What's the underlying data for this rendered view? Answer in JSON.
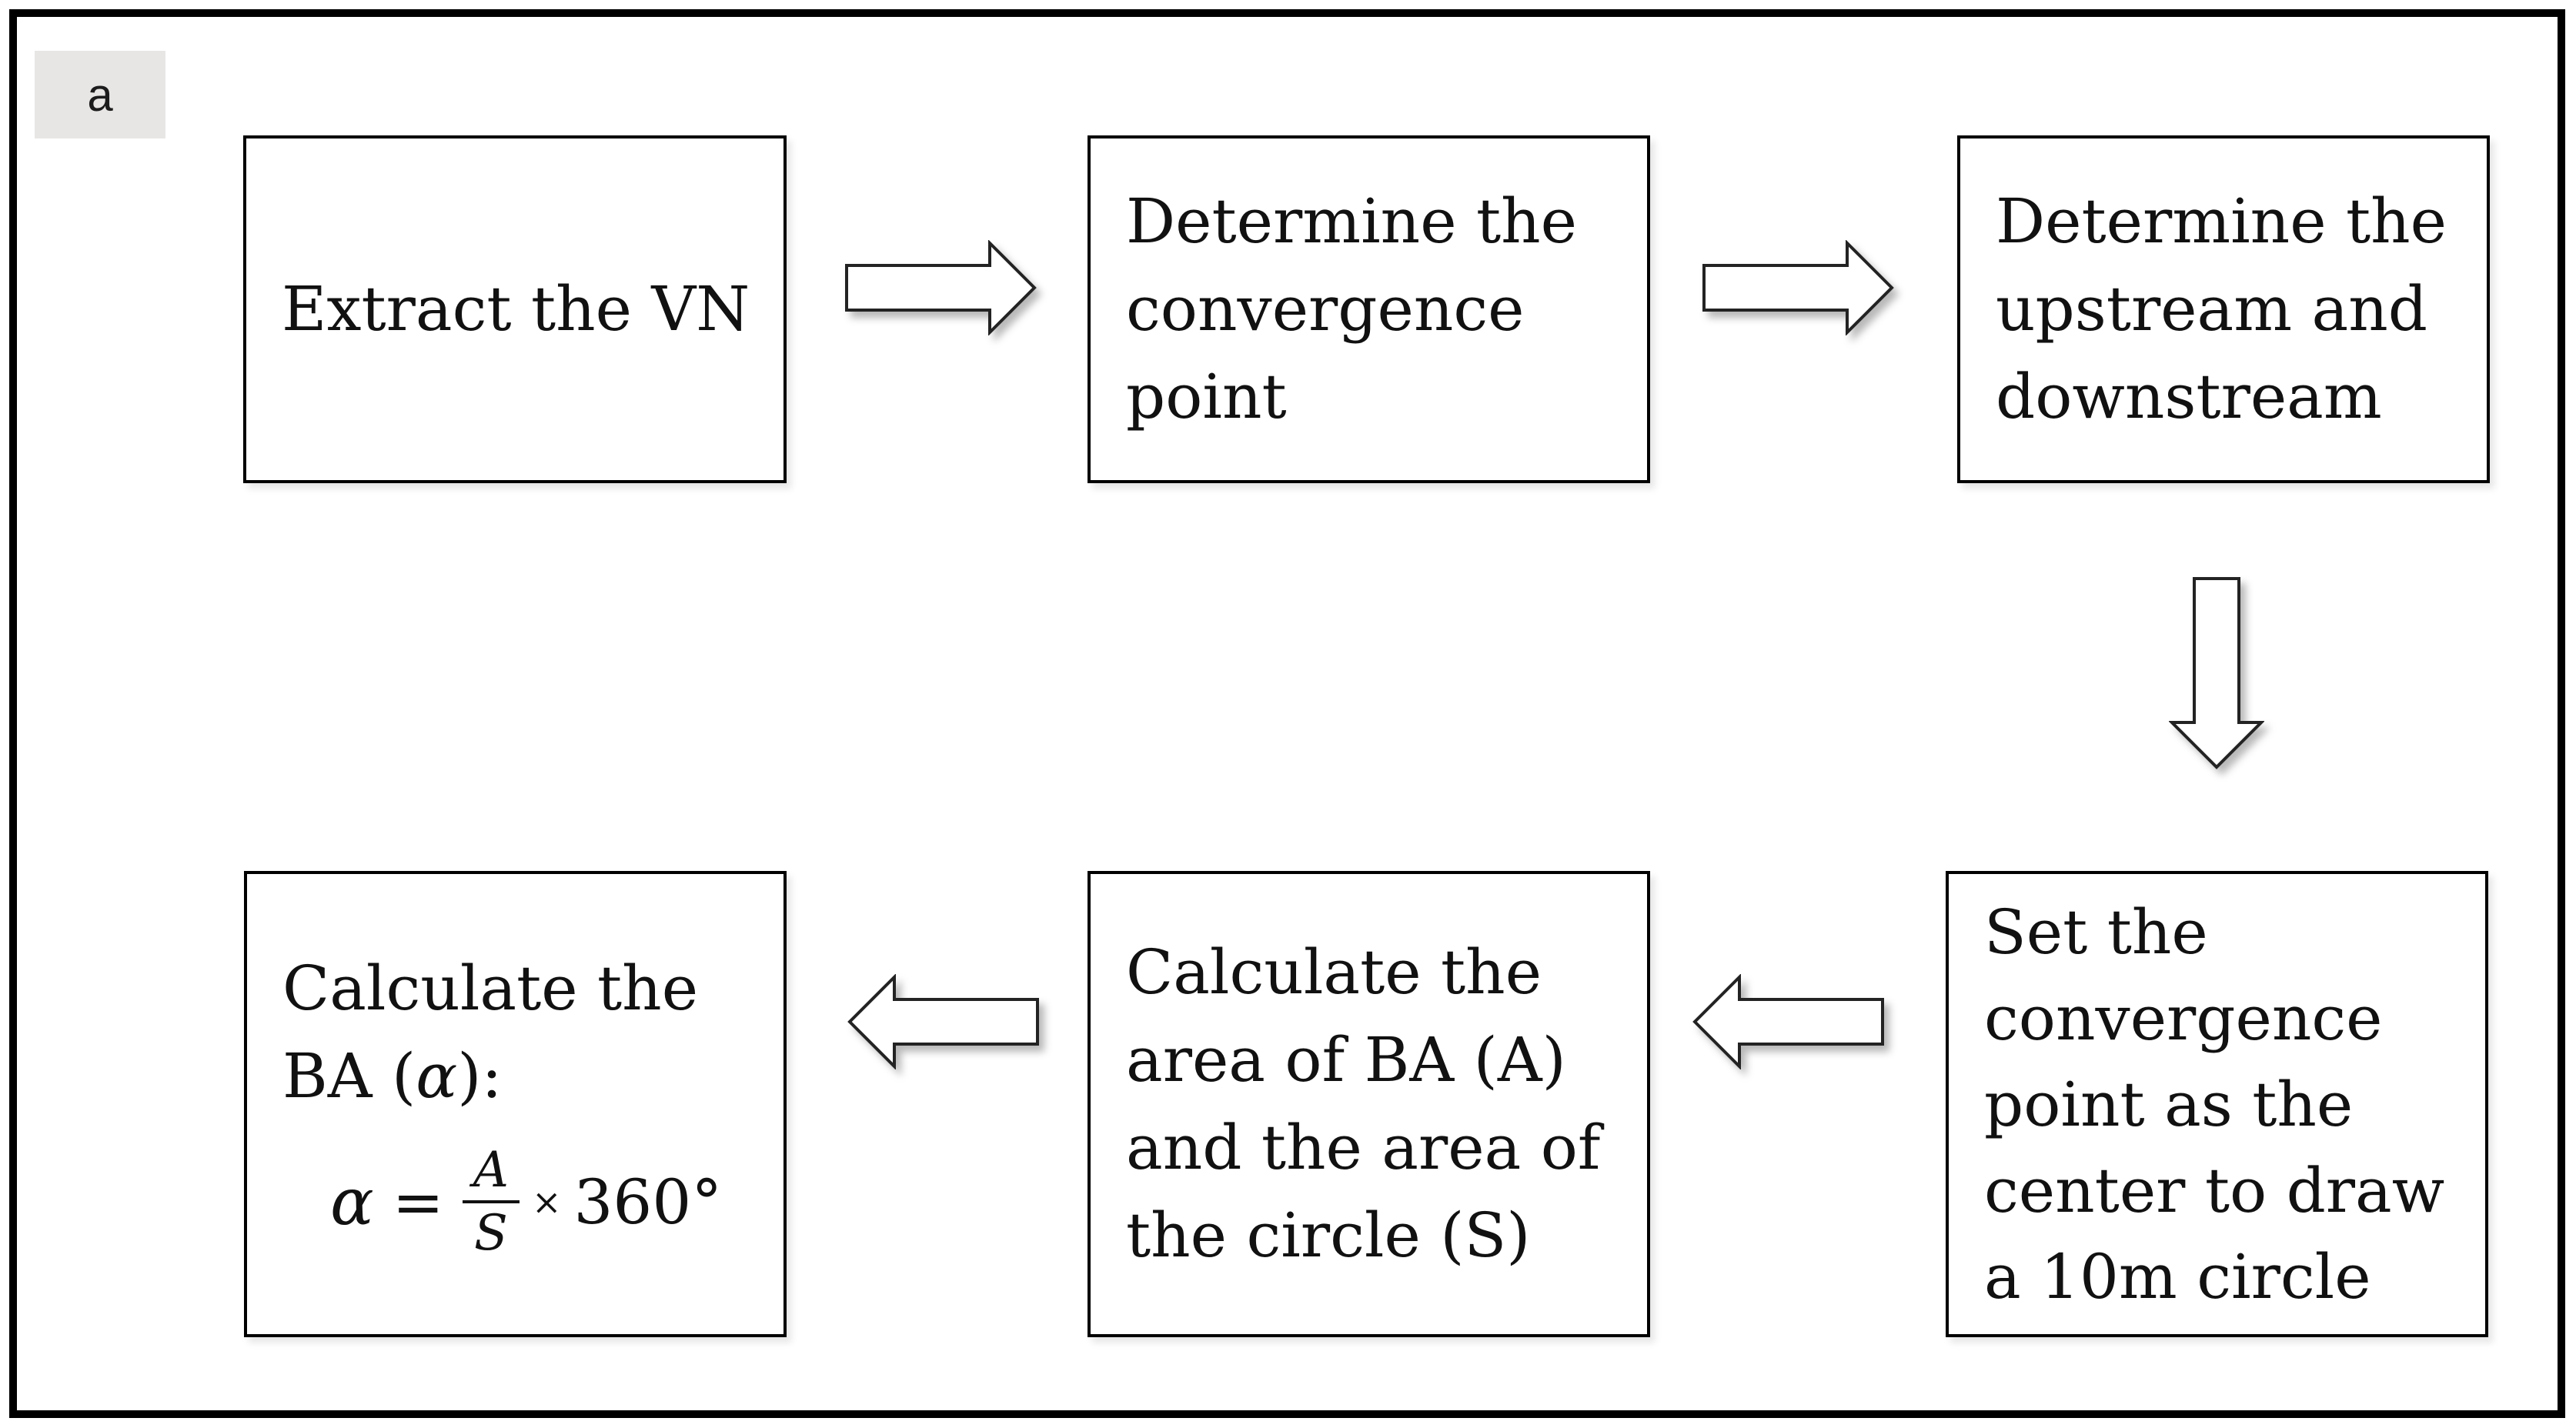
{
  "panel_label": "a",
  "colors": {
    "frame": "#000000",
    "box_border": "#000000",
    "text": "#111111",
    "panel_label_bg": "#e8e6e5",
    "arrow_fill": "#ffffff",
    "arrow_stroke": "#232323"
  },
  "flow": {
    "boxes": [
      {
        "id": "extract-vn",
        "lines": [
          "Extract the VN"
        ]
      },
      {
        "id": "convergence-point",
        "lines": [
          "Determine the",
          "convergence",
          "point"
        ]
      },
      {
        "id": "up-downstream",
        "lines": [
          "Determine the",
          "upstream and",
          "downstream"
        ]
      },
      {
        "id": "calc-ba",
        "lines": [
          "Calculate the"
        ],
        "line2_prefix": "BA (",
        "line2_alpha": "α",
        "line2_suffix": "):",
        "formula": {
          "lhs": "α",
          "equals": "=",
          "numerator": "A",
          "denominator": "S",
          "times": "×",
          "rhs": "360°"
        }
      },
      {
        "id": "calc-areas",
        "lines": [
          "Calculate the",
          "area of BA (A)",
          "and the area of",
          "the circle (S)"
        ]
      },
      {
        "id": "draw-circle",
        "lines": [
          "Set the",
          "convergence",
          "point as the",
          "center to draw",
          "a 10m circle"
        ]
      }
    ]
  }
}
